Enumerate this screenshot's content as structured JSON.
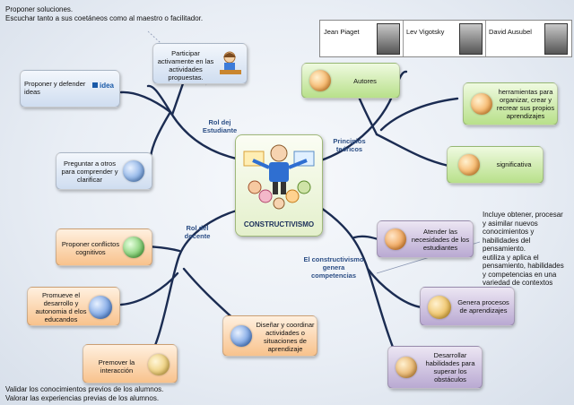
{
  "top_note": [
    "Proponer soluciones.",
    "Escuchar tanto a sus coetáneos como al maestro o facilitador."
  ],
  "bottom_note": [
    "Validar los conocimientos previos de los alumnos.",
    "Valorar las experiencias previas de los alumnos."
  ],
  "right_note": [
    "Incluye obtener, procesar",
    "y asimilar nuevos",
    "conocimientos y",
    "habilidades del",
    "pensamiento.",
    "eutiliza y aplica el",
    "pensamiento, habilidades",
    "y competencias en una",
    "variedad de contextos"
  ],
  "center": {
    "title": "CONSTRUCTIVISMO"
  },
  "branch_labels": {
    "estudiante": [
      "Rol dej",
      "Estudiante"
    ],
    "docente": [
      "Rol del",
      "docente"
    ],
    "principios": [
      "Principios",
      "teóricos"
    ],
    "competencias": [
      "El constructivismo",
      "genera",
      "competencias"
    ]
  },
  "authors": [
    "Jean Piaget",
    "Lev Vigotsky",
    "David Ausubel"
  ],
  "nodes": {
    "participar": [
      "Participar",
      "activamente en las",
      "actividades",
      "propuestas."
    ],
    "proponer_defender": [
      "Proponer y defender",
      "ideas"
    ],
    "preguntar": [
      "Preguntar a otros",
      "para comprender y",
      "clarificar"
    ],
    "conflictos": [
      "Proponer conflictos",
      "cognitivos"
    ],
    "promueve": [
      "Promueve el",
      "desarrollo y",
      "autonomia d elos",
      "educandos"
    ],
    "interaccion": [
      "Premover la",
      "interacción"
    ],
    "disenar": [
      "Diseñar y coordinar",
      "actividades o",
      "situaciones de",
      "aprendizaje"
    ],
    "autores": [
      "Autores"
    ],
    "herramientas": [
      "herramientas para",
      "organizar, crear y",
      "recrear sus propios",
      "aprendizajes"
    ],
    "significativa": [
      "significativa"
    ],
    "atender": [
      "Atender las",
      "necesidades de los",
      "estudiantes"
    ],
    "genera_procesos": [
      "Genera procesos",
      "de aprendizajes"
    ],
    "desarrollar": [
      "Desarrollar",
      "habilidades para",
      "superar los",
      "obstáculos"
    ]
  },
  "idea_badge": "idea",
  "colors": {
    "link": "#1b2c52",
    "label_blue": "#2d4f86"
  }
}
